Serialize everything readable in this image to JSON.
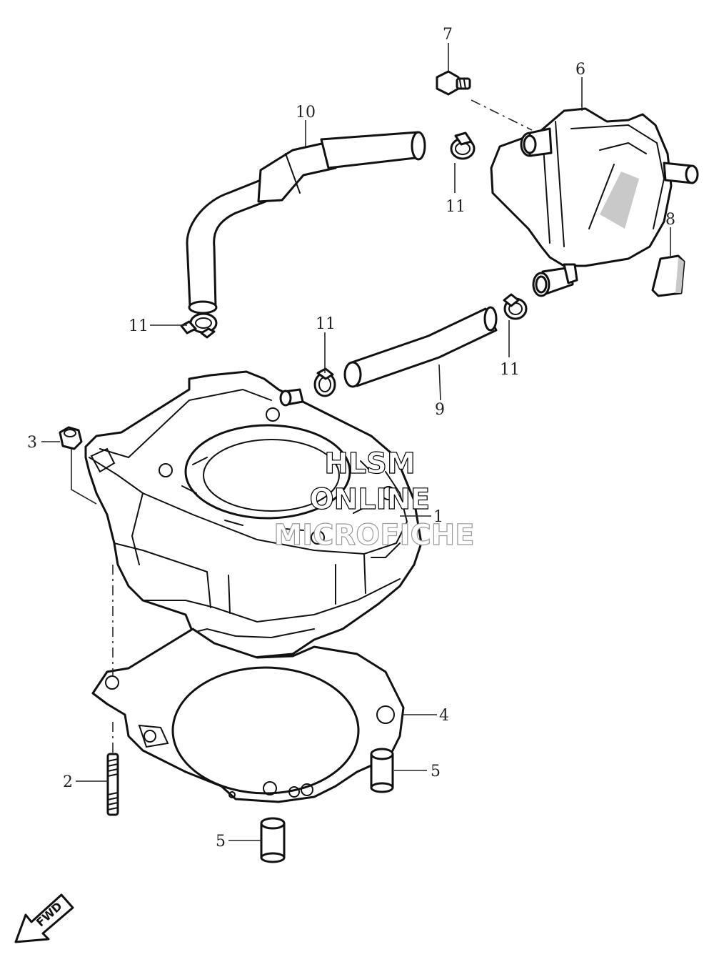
{
  "callouts": {
    "c1": "1",
    "c2": "2",
    "c3": "3",
    "c4": "4",
    "c5a": "5",
    "c5b": "5",
    "c6": "6",
    "c7": "7",
    "c8": "8",
    "c9": "9",
    "c10": "10",
    "c11a": "11",
    "c11b": "11",
    "c11c": "11",
    "c11d": "11"
  },
  "watermark": {
    "line1": "HLSM",
    "line2": "ONLINE",
    "line3": "MICROFICHE"
  },
  "fwd": {
    "label": "FWD"
  },
  "colors": {
    "line": "#111111",
    "background": "#ffffff",
    "watermark_faint": "#9a9a9a"
  }
}
